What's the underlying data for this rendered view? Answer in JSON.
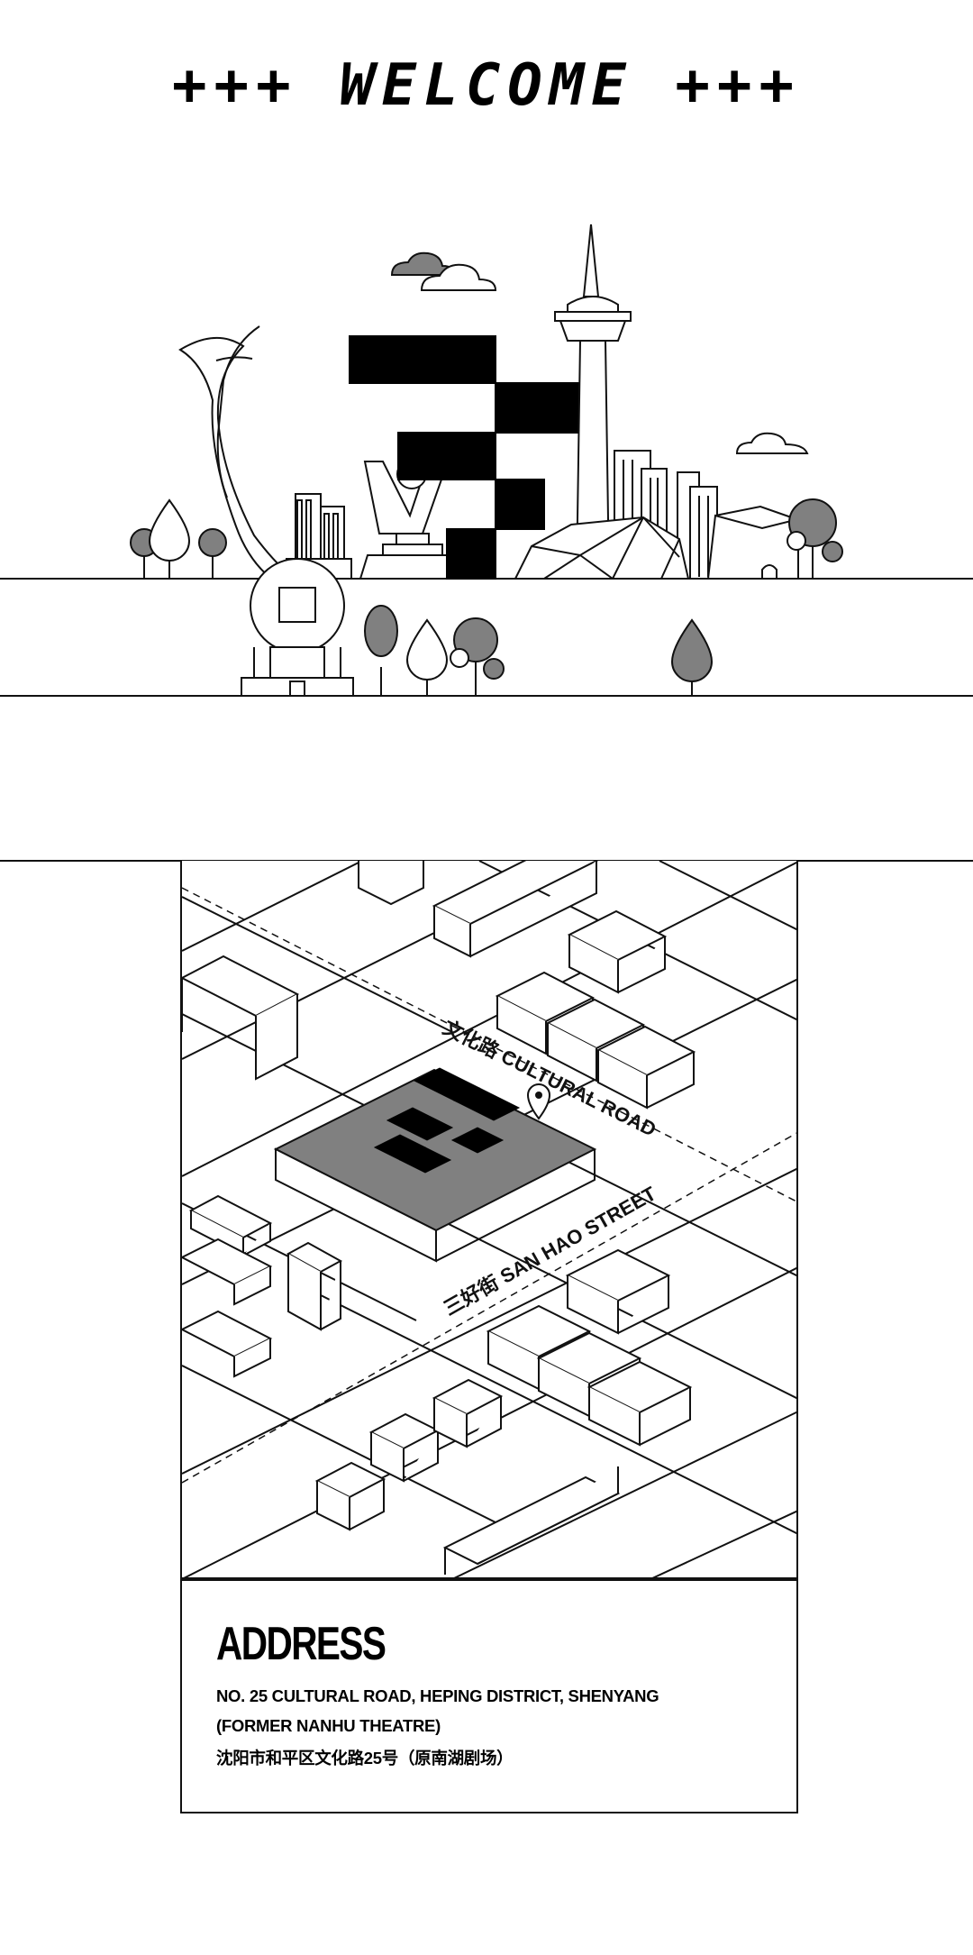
{
  "header": {
    "welcome_text": "+++ WELCOME +++"
  },
  "map": {
    "road_1_label": "文化路 CULTURAL ROAD",
    "road_2_label": "三好街 SAN HAO STREET"
  },
  "address": {
    "title": "ADDRESS",
    "line_1": "NO. 25 CULTURAL ROAD, HEPING DISTRICT, SHENYANG",
    "line_2": "(FORMER NANHU THEATRE)",
    "line_3": "沈阳市和平区文化路25号（原南湖剧场）"
  },
  "colors": {
    "ink": "#111111",
    "gray": "#808080",
    "paper": "#ffffff"
  },
  "icons": [
    "map-pin-icon"
  ]
}
